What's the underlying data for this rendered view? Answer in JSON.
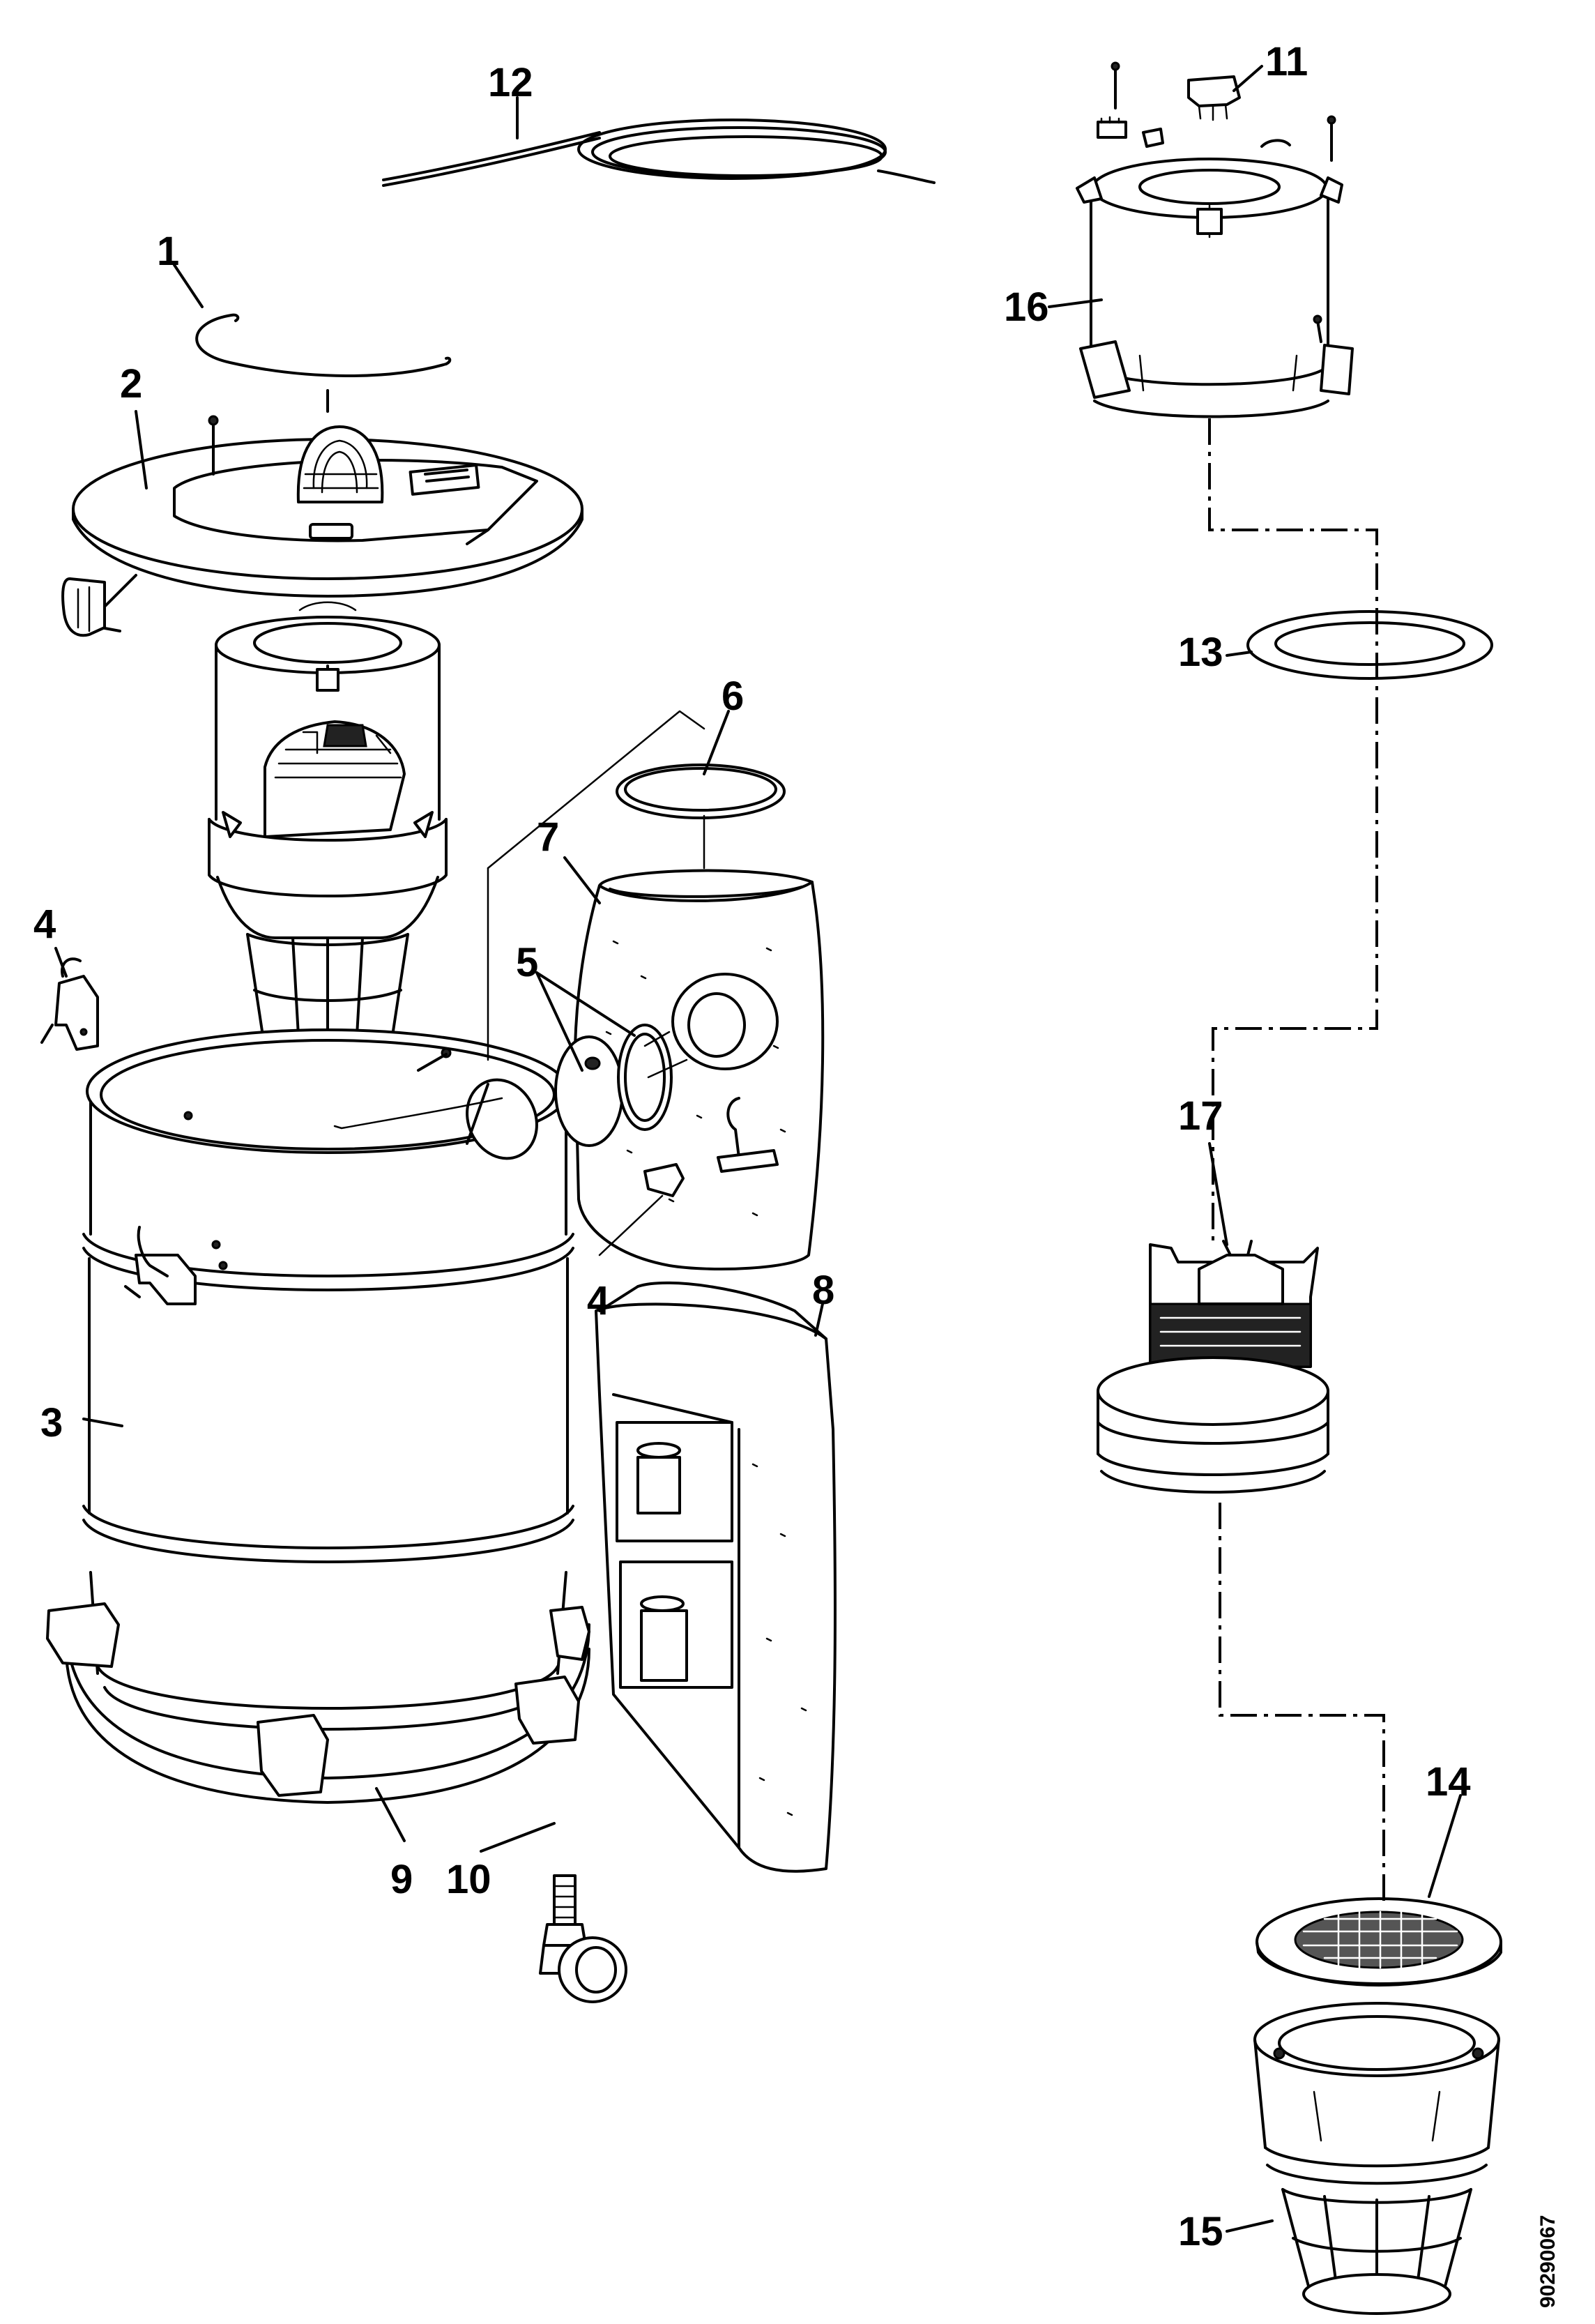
{
  "diagram": {
    "callouts": {
      "c1": "1",
      "c2": "2",
      "c3": "3",
      "c4a": "4",
      "c4b": "4",
      "c5": "5",
      "c6": "6",
      "c7": "7",
      "c8": "8",
      "c9": "9",
      "c10": "10",
      "c11": "11",
      "c12": "12",
      "c13": "13",
      "c14": "14",
      "c15": "15",
      "c16": "16",
      "c17": "17"
    },
    "document_id": "90290067"
  }
}
